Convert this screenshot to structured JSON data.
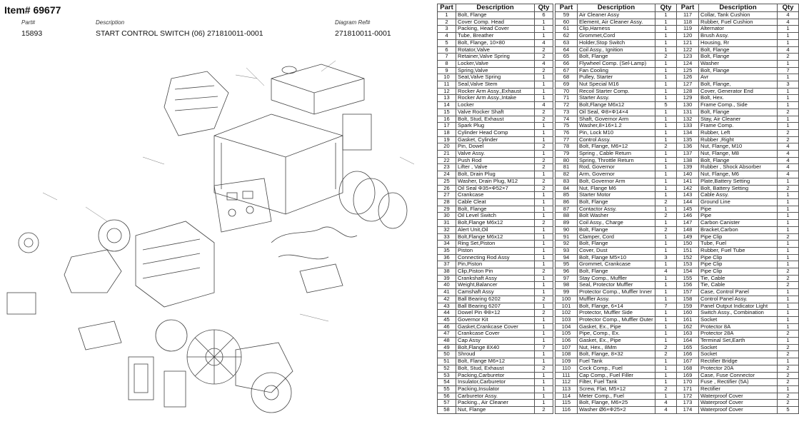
{
  "header": {
    "item_title": "Item# 69677",
    "part_label": "Part#",
    "description_label": "Description",
    "diagram_ref_label": "Diagram Ref#",
    "part_value": "15893",
    "description_value": "START CONTROL SWITCH (06) 271810011-0001",
    "diagram_ref_value": "271810011-0001"
  },
  "table_headers": {
    "part": "Part",
    "description": "Description",
    "qty": "Qty"
  },
  "tables": [
    [
      [
        "1",
        "Bolt, Flange",
        "6"
      ],
      [
        "2",
        "Cover Comp. Head",
        "1"
      ],
      [
        "3",
        "Packing, Head Cover",
        "1"
      ],
      [
        "4",
        "Tube, Breather",
        "1"
      ],
      [
        "5",
        "Bolt, Flange, 10×80",
        "4"
      ],
      [
        "6",
        "Rotator,Valve",
        "2"
      ],
      [
        "7",
        "Retainer,Valve Spring",
        "2"
      ],
      [
        "8",
        "Locker,Valve",
        "4"
      ],
      [
        "9",
        "Spring,Valve",
        "2"
      ],
      [
        "10",
        "Seat,Valve Spring",
        "1"
      ],
      [
        "11",
        "Seal,Valve Stem",
        "1"
      ],
      [
        "12",
        "Rocker Arm Assy.,Exhaust",
        "1"
      ],
      [
        "13",
        "Rocker Arm Assy.,Intake",
        "1"
      ],
      [
        "14",
        "Locker",
        "4"
      ],
      [
        "15",
        "Valve Rocker Shaft",
        "2"
      ],
      [
        "16",
        "Bolt, Stud, Exhaust",
        "2"
      ],
      [
        "17",
        "Spark Plug",
        "1"
      ],
      [
        "18",
        "Cylinder Head Comp",
        "1"
      ],
      [
        "19",
        "Gasket, Cylinder",
        "1"
      ],
      [
        "20",
        "Pin, Dowel",
        "2"
      ],
      [
        "21",
        "Valve Assy.",
        "1"
      ],
      [
        "22",
        "Push Rod",
        "2"
      ],
      [
        "23",
        "Lifter , Valve",
        "2"
      ],
      [
        "24",
        "Bolt, Drain Plug",
        "1"
      ],
      [
        "25",
        "Washer, Drain Plug, M12",
        "2"
      ],
      [
        "26",
        "Oil Seal Φ35×Φ52×7",
        "2"
      ],
      [
        "27",
        "Crankcase",
        "1"
      ],
      [
        "28",
        "Cable Cleat",
        "1"
      ],
      [
        "29",
        "Bolt, Flange",
        "1"
      ],
      [
        "30",
        "Oil Level Switch",
        "1"
      ],
      [
        "31",
        "Bolt,Flange M6x12",
        "2"
      ],
      [
        "32",
        "Alert Unit,Oil",
        "1"
      ],
      [
        "33",
        "Bolt,Flange M6x12",
        "1"
      ],
      [
        "34",
        "Ring Set,Piston",
        "1"
      ],
      [
        "35",
        "Piston",
        "1"
      ],
      [
        "36",
        "Connecting Rod Assy",
        "1"
      ],
      [
        "37",
        "Pin,Piston",
        "1"
      ],
      [
        "38",
        "Clip,Piston Pin",
        "2"
      ],
      [
        "39",
        "Crankshaft Assy",
        "1"
      ],
      [
        "40",
        "Weight,Balancer",
        "1"
      ],
      [
        "41",
        "Camshaft Assy",
        "1"
      ],
      [
        "42",
        "Ball Bearing 6202",
        "2"
      ],
      [
        "43",
        "Ball Bearing 6207",
        "1"
      ],
      [
        "44",
        "Dowel Pin Φ8×12",
        "2"
      ],
      [
        "45",
        "Governor Kit",
        "1"
      ],
      [
        "46",
        "Gasket,Crankcase Cover",
        "1"
      ],
      [
        "47",
        "Crankcase Cover",
        "1"
      ],
      [
        "48",
        "Cap Assy",
        "1"
      ],
      [
        "49",
        "Bolt,Flange 8X40",
        "7"
      ],
      [
        "50",
        "Shroud",
        "1"
      ],
      [
        "51",
        "Bolt, Flange M6×12",
        "1"
      ],
      [
        "52",
        "Bolt, Stud, Exhaust",
        "2"
      ],
      [
        "53",
        "Packing,Carburetor",
        "1"
      ],
      [
        "54",
        "Insulator,Carburetor",
        "1"
      ],
      [
        "55",
        "Packing,Insulator",
        "1"
      ],
      [
        "56",
        "Carburetor Assy.",
        "1"
      ],
      [
        "57",
        "Packing., Air Cleaner",
        "1"
      ],
      [
        "58",
        "Nut, Flange",
        "2"
      ]
    ],
    [
      [
        "59",
        "Air Cleaner Assy",
        "1"
      ],
      [
        "60",
        "Element, Air Cleaner  Assy.",
        "1"
      ],
      [
        "61",
        "Clip,Harness",
        "1"
      ],
      [
        "62",
        "Grommet,Cord",
        "1"
      ],
      [
        "63",
        "Holder,Stop Switch",
        "1"
      ],
      [
        "64",
        "Coil Assy., Ignition",
        "1"
      ],
      [
        "65",
        "Bolt, Flange",
        "2"
      ],
      [
        "66",
        "Flywheel Comp. (Sel-Lamp)",
        "1"
      ],
      [
        "67",
        "Fan Cooling",
        "1"
      ],
      [
        "68",
        "Pulley, Starter",
        "1"
      ],
      [
        "69",
        "Nut Special M16",
        "1"
      ],
      [
        "70",
        "Recoil Starter Comp.",
        "1"
      ],
      [
        "71",
        "Starter Assy.",
        "1"
      ],
      [
        "72",
        "Bolt,Flange M6x12",
        "5"
      ],
      [
        "73",
        "Oil Seal, Φ8×Φ14×4",
        "1"
      ],
      [
        "74",
        "Shaft, Governor Arm",
        "1"
      ],
      [
        "75",
        "Washer,8×16×1.2",
        "1"
      ],
      [
        "76",
        "Pin, Lock M10",
        "1"
      ],
      [
        "77",
        "Control Assy.",
        "1"
      ],
      [
        "78",
        "Bolt, Flange, M6×12",
        "2"
      ],
      [
        "79",
        "Spring , Cable Return",
        "1"
      ],
      [
        "80",
        "Spring, Throttle Return",
        "1"
      ],
      [
        "81",
        "Rod, Governor",
        "1"
      ],
      [
        "82",
        "Arm, Governor",
        "1"
      ],
      [
        "83",
        "Bolt, Governor Arm",
        "1"
      ],
      [
        "84",
        "Nut, Flange M6",
        "1"
      ],
      [
        "85",
        "Starter Motor",
        "1"
      ],
      [
        "86",
        "Bolt, Flange",
        "2"
      ],
      [
        "87",
        "Contactor Assy.",
        "1"
      ],
      [
        "88",
        "Bolt Washer",
        "2"
      ],
      [
        "89",
        "Coil Assy., Charge",
        "1"
      ],
      [
        "90",
        "Bolt, Flange",
        "2"
      ],
      [
        "91",
        "Clamper, Cord",
        "1"
      ],
      [
        "92",
        "Bolt, Flange",
        "1"
      ],
      [
        "93",
        "Cover, Dust",
        "1"
      ],
      [
        "94",
        "Bolt, Flange M5×10",
        "3"
      ],
      [
        "95",
        "Grommet, Crankcase",
        "1"
      ],
      [
        "96",
        "Bolt, Flange",
        "4"
      ],
      [
        "97",
        "Stay Comp., Muffler",
        "1"
      ],
      [
        "98",
        "Seal, Protector Muffler",
        "1"
      ],
      [
        "99",
        "Protector Comp., Muffler Inner",
        "1"
      ],
      [
        "100",
        "Muffler Assy.",
        "1"
      ],
      [
        "101",
        "Bolt, Flange, 6×14",
        "7"
      ],
      [
        "102",
        "Protector, Muffler Side",
        "1"
      ],
      [
        "103",
        "Protector Comp., Muffler Outer",
        "1"
      ],
      [
        "104",
        "Gasket, Ex., Pipe",
        "1"
      ],
      [
        "105",
        "Pipe, Comp., Ex.",
        "1"
      ],
      [
        "106",
        "Gasket, Ex., Pipe",
        "1"
      ],
      [
        "107",
        "Nut, Hex., 8Mm",
        "2"
      ],
      [
        "108",
        "Bolt, Flange, 8×32",
        "2"
      ],
      [
        "109",
        "Fuel  Tank",
        "1"
      ],
      [
        "110",
        "Cock Comp., Fuel",
        "1"
      ],
      [
        "111",
        "Cap Comp., Fuel Filler",
        "1"
      ],
      [
        "112",
        "Filter, Fuel Tank",
        "1"
      ],
      [
        "113",
        "Screw, Flat, M5×12",
        "2"
      ],
      [
        "114",
        "Meter Comp., Fuel",
        "1"
      ],
      [
        "115",
        "Bolt, Flange, M6×25",
        "4"
      ],
      [
        "116",
        "Washer Ø6×Φ25×2",
        "4"
      ]
    ],
    [
      [
        "117",
        "Collar, Tank Cushion",
        "4"
      ],
      [
        "118",
        "Rubber, Fuel Cushion",
        "4"
      ],
      [
        "119",
        "Alternator",
        "1"
      ],
      [
        "120",
        "Brush Assy.",
        "1"
      ],
      [
        "121",
        "Housing, Rr",
        "1"
      ],
      [
        "122",
        "Bolt, Flange",
        "4"
      ],
      [
        "123",
        "Bolt, Flange",
        "2"
      ],
      [
        "124",
        "Washer",
        "1"
      ],
      [
        "125",
        "Bolt, Flange",
        "7"
      ],
      [
        "126",
        "Avr",
        "1"
      ],
      [
        "127",
        "Bolt, Flange,",
        "3"
      ],
      [
        "128",
        "Cover, Generator End",
        "1"
      ],
      [
        "129",
        "Bolt, Hex.",
        "1"
      ],
      [
        "130",
        "Frame Comp., Side",
        "1"
      ],
      [
        "131",
        "Bolt, Flange",
        "2"
      ],
      [
        "132",
        "Stay, Air Cleaner",
        "1"
      ],
      [
        "133",
        "Frame Comp.",
        "1"
      ],
      [
        "134",
        "Rubber, Left",
        "2"
      ],
      [
        "135",
        "Rubber ,Right",
        "2"
      ],
      [
        "136",
        "Nut, Flange, M10",
        "4"
      ],
      [
        "137",
        "Nut, Flange, M8",
        "4"
      ],
      [
        "138",
        "Bolt, Flange",
        "4"
      ],
      [
        "139",
        "Rubber , Shock Absorber",
        "4"
      ],
      [
        "140",
        "Nut, Flange, M6",
        "4"
      ],
      [
        "141",
        "Plate,Battery Setting",
        "1"
      ],
      [
        "142",
        "Bolt, Battery Setting",
        "2"
      ],
      [
        "143",
        "Cable Assy.",
        "1"
      ],
      [
        "144",
        "Ground Line",
        "1"
      ],
      [
        "145",
        "Pipe",
        "1"
      ],
      [
        "146",
        "Pipe",
        "1"
      ],
      [
        "147",
        "Carbon Canister",
        "1"
      ],
      [
        "148",
        "Bracket,Carbon",
        "1"
      ],
      [
        "149",
        "Pipe Clip",
        "2"
      ],
      [
        "150",
        "Tube, Fuel",
        "1"
      ],
      [
        "151",
        "Rubber, Fuel Tube",
        "1"
      ],
      [
        "152",
        "Pipe Clip",
        "1"
      ],
      [
        "153",
        "Pipe Clip",
        "1"
      ],
      [
        "154",
        "Pipe Clip",
        "2"
      ],
      [
        "155",
        "Tie, Cable",
        "2"
      ],
      [
        "156",
        "Tie, Cable",
        "2"
      ],
      [
        "157",
        "Case, Control Panel",
        "1"
      ],
      [
        "158",
        "Control Panel Assy.",
        "1"
      ],
      [
        "159",
        "Panel Output Indicator Light",
        "1"
      ],
      [
        "160",
        "Switch Assy., Combination",
        "1"
      ],
      [
        "161",
        "Socket",
        "1"
      ],
      [
        "162",
        "Protector 8A",
        "1"
      ],
      [
        "163",
        "Protector 28A",
        "2"
      ],
      [
        "164",
        "Terminal Set,Earth",
        "1"
      ],
      [
        "165",
        "Socket",
        "2"
      ],
      [
        "166",
        "Socket",
        "2"
      ],
      [
        "167",
        "Rectifier Bridge",
        "1"
      ],
      [
        "168",
        "Protector 20A",
        "2"
      ],
      [
        "169",
        "Case, Fuse Connector",
        "2"
      ],
      [
        "170",
        "Fuse , Rectifier (5A)",
        "2"
      ],
      [
        "171",
        "Rectifier",
        "1"
      ],
      [
        "172",
        "Waterproof Cover",
        "2"
      ],
      [
        "173",
        "Waterproof Cover",
        "2"
      ],
      [
        "174",
        "Waterproof Cover",
        "5"
      ]
    ]
  ]
}
